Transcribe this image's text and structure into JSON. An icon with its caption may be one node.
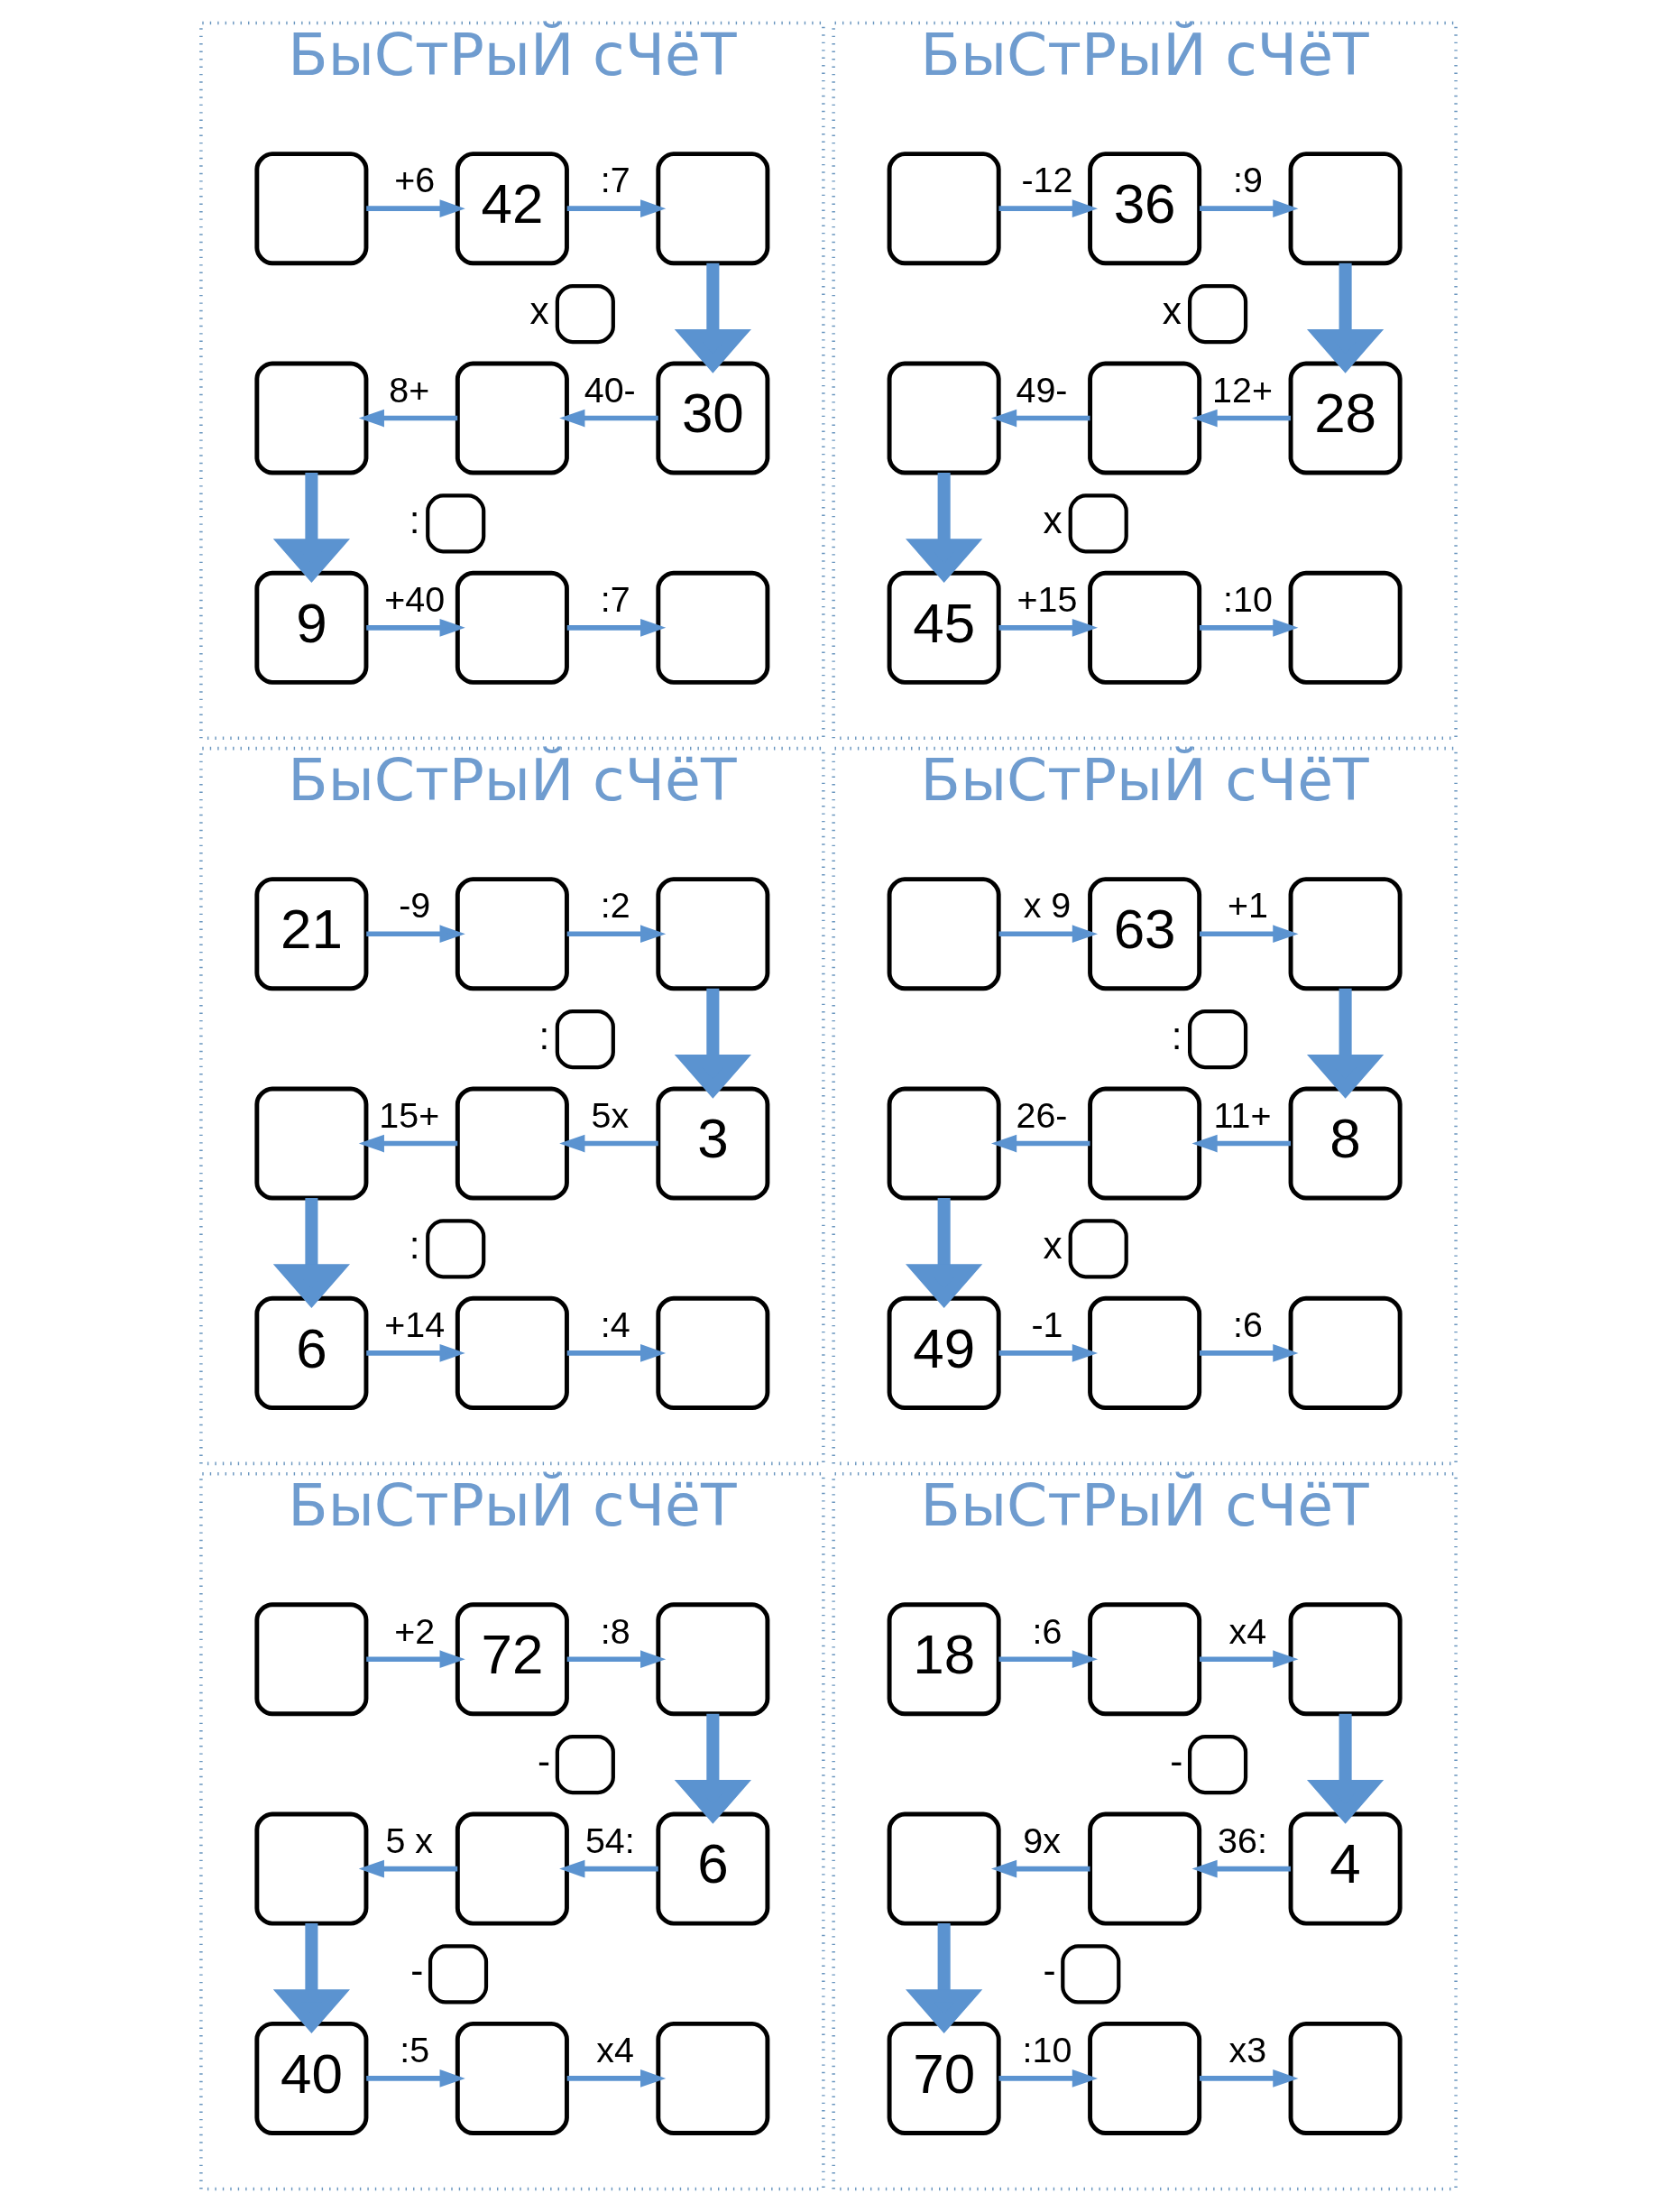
{
  "diagram": {
    "nodes": [
      {
        "text": [
          "БыСтРыЙ сЧёТ"
        ]
      },
      {
        "text": [],
        "shape": "box",
        "in": 0
      },
      {
        "text": [
          "42"
        ],
        "in": 0
      },
      {
        "text": [],
        "shape": "box",
        "in": 0
      },
      {
        "text": [],
        "shape": "box",
        "beside": [
          "x"
        ],
        "in": 0
      },
      {
        "text": [],
        "shape": "box",
        "in": 0
      },
      {
        "text": [],
        "shape": "box",
        "in": 0
      },
      {
        "text": [
          "30"
        ],
        "in": 0
      },
      {
        "text": [],
        "shape": "box",
        "beside": [
          ":"
        ],
        "in": 0
      },
      {
        "text": [
          "9"
        ],
        "in": 0
      },
      {
        "text": [],
        "shape": "box",
        "in": 0
      },
      {
        "text": [],
        "shape": "box",
        "in": 0
      },
      {
        "text": [
          "БыСтРыЙ сЧёТ"
        ]
      },
      {
        "text": [],
        "shape": "box",
        "in": 12
      },
      {
        "text": [
          "36"
        ],
        "in": 12
      },
      {
        "text": [],
        "shape": "box",
        "in": 12
      },
      {
        "text": [],
        "shape": "box",
        "beside": [
          "x"
        ],
        "in": 12
      },
      {
        "text": [],
        "shape": "box",
        "in": 12
      },
      {
        "text": [],
        "shape": "box",
        "in": 12
      },
      {
        "text": [
          "28"
        ],
        "in": 12
      },
      {
        "text": [],
        "shape": "box",
        "beside": [
          "x"
        ],
        "in": 12
      },
      {
        "text": [
          "45"
        ],
        "in": 12
      },
      {
        "text": [],
        "shape": "box",
        "in": 12
      },
      {
        "text": [],
        "shape": "box",
        "in": 12
      },
      {
        "text": [
          "БыСтРыЙ сЧёТ"
        ]
      },
      {
        "text": [
          "21"
        ],
        "in": 24
      },
      {
        "text": [],
        "shape": "box",
        "in": 24
      },
      {
        "text": [],
        "shape": "box",
        "in": 24
      },
      {
        "text": [],
        "shape": "box",
        "beside": [
          ":"
        ],
        "in": 24
      },
      {
        "text": [],
        "shape": "box",
        "in": 24
      },
      {
        "text": [],
        "shape": "box",
        "in": 24
      },
      {
        "text": [
          "3"
        ],
        "in": 24
      },
      {
        "text": [],
        "shape": "box",
        "beside": [
          ":"
        ],
        "in": 24
      },
      {
        "text": [
          "6"
        ],
        "in": 24
      },
      {
        "text": [],
        "shape": "box",
        "in": 24
      },
      {
        "text": [],
        "shape": "box",
        "in": 24
      },
      {
        "text": [
          "БыСтРыЙ сЧёТ"
        ]
      },
      {
        "text": [],
        "shape": "box",
        "in": 36
      },
      {
        "text": [
          "63"
        ],
        "in": 36
      },
      {
        "text": [],
        "shape": "box",
        "in": 36
      },
      {
        "text": [],
        "shape": "box",
        "beside": [
          ":"
        ],
        "in": 36
      },
      {
        "text": [],
        "shape": "box",
        "in": 36
      },
      {
        "text": [],
        "shape": "box",
        "in": 36
      },
      {
        "text": [
          "8"
        ],
        "in": 36
      },
      {
        "text": [],
        "shape": "box",
        "beside": [
          "x"
        ],
        "in": 36
      },
      {
        "text": [
          "49"
        ],
        "in": 36
      },
      {
        "text": [],
        "shape": "box",
        "in": 36
      },
      {
        "text": [],
        "shape": "box",
        "in": 36
      },
      {
        "text": [
          "БыСтРыЙ сЧёТ"
        ]
      },
      {
        "text": [],
        "shape": "box",
        "in": 48
      },
      {
        "text": [
          "72"
        ],
        "in": 48
      },
      {
        "text": [],
        "shape": "box",
        "in": 48
      },
      {
        "text": [],
        "shape": "box",
        "beside": [
          "-"
        ],
        "in": 48
      },
      {
        "text": [],
        "shape": "box",
        "in": 48
      },
      {
        "text": [],
        "shape": "box",
        "in": 48
      },
      {
        "text": [
          "6"
        ],
        "in": 48
      },
      {
        "text": [],
        "shape": "box",
        "beside": [
          "-"
        ],
        "in": 48
      },
      {
        "text": [
          "40"
        ],
        "in": 48
      },
      {
        "text": [],
        "shape": "box",
        "in": 48
      },
      {
        "text": [],
        "shape": "box",
        "in": 48
      },
      {
        "text": [
          "БыСтРыЙ сЧёТ"
        ]
      },
      {
        "text": [
          "18"
        ],
        "in": 60
      },
      {
        "text": [],
        "shape": "box",
        "in": 60
      },
      {
        "text": [],
        "shape": "box",
        "in": 60
      },
      {
        "text": [],
        "shape": "box",
        "beside": [
          "-"
        ],
        "in": 60
      },
      {
        "text": [],
        "shape": "box",
        "in": 60
      },
      {
        "text": [],
        "shape": "box",
        "in": 60
      },
      {
        "text": [
          "4"
        ],
        "in": 60
      },
      {
        "text": [],
        "shape": "box",
        "beside": [
          "-"
        ],
        "in": 60
      },
      {
        "text": [
          "70"
        ],
        "in": 60
      },
      {
        "text": [],
        "shape": "box",
        "in": 60
      },
      {
        "text": [],
        "shape": "box",
        "in": 60
      }
    ],
    "edges": [
      {
        "from": 1,
        "to": 2,
        "arrow": "to",
        "label": "+6"
      },
      {
        "from": 2,
        "to": 3,
        "arrow": "to",
        "label": ":7"
      },
      {
        "from": 3,
        "to": 7,
        "arrow": "to",
        "style": "thick"
      },
      {
        "from": 7,
        "to": 6,
        "arrow": "to",
        "label": "40-"
      },
      {
        "from": 6,
        "to": 5,
        "arrow": "to",
        "label": "8+"
      },
      {
        "from": 5,
        "to": 9,
        "arrow": "to",
        "style": "thick"
      },
      {
        "from": 9,
        "to": 10,
        "arrow": "to",
        "label": "+40"
      },
      {
        "from": 10,
        "to": 11,
        "arrow": "to",
        "label": ":7"
      },
      {
        "from": 13,
        "to": 14,
        "arrow": "to",
        "label": "-12"
      },
      {
        "from": 14,
        "to": 15,
        "arrow": "to",
        "label": ":9"
      },
      {
        "from": 15,
        "to": 19,
        "arrow": "to",
        "style": "thick"
      },
      {
        "from": 19,
        "to": 18,
        "arrow": "to",
        "label": "12+"
      },
      {
        "from": 18,
        "to": 17,
        "arrow": "to",
        "label": "49-"
      },
      {
        "from": 17,
        "to": 21,
        "arrow": "to",
        "style": "thick"
      },
      {
        "from": 21,
        "to": 22,
        "arrow": "to",
        "label": "+15"
      },
      {
        "from": 22,
        "to": 23,
        "arrow": "to",
        "label": ":10"
      },
      {
        "from": 25,
        "to": 26,
        "arrow": "to",
        "label": "-9"
      },
      {
        "from": 26,
        "to": 27,
        "arrow": "to",
        "label": ":2"
      },
      {
        "from": 27,
        "to": 31,
        "arrow": "to",
        "style": "thick"
      },
      {
        "from": 31,
        "to": 30,
        "arrow": "to",
        "label": "5x"
      },
      {
        "from": 30,
        "to": 29,
        "arrow": "to",
        "label": "15+"
      },
      {
        "from": 29,
        "to": 33,
        "arrow": "to",
        "style": "thick"
      },
      {
        "from": 33,
        "to": 34,
        "arrow": "to",
        "label": "+14"
      },
      {
        "from": 34,
        "to": 35,
        "arrow": "to",
        "label": ":4"
      },
      {
        "from": 37,
        "to": 38,
        "arrow": "to",
        "label": "x 9"
      },
      {
        "from": 38,
        "to": 39,
        "arrow": "to",
        "label": "+1"
      },
      {
        "from": 39,
        "to": 43,
        "arrow": "to",
        "style": "thick"
      },
      {
        "from": 43,
        "to": 42,
        "arrow": "to",
        "label": "11+"
      },
      {
        "from": 42,
        "to": 41,
        "arrow": "to",
        "label": "26-"
      },
      {
        "from": 41,
        "to": 45,
        "arrow": "to",
        "style": "thick"
      },
      {
        "from": 45,
        "to": 46,
        "arrow": "to",
        "label": "-1"
      },
      {
        "from": 46,
        "to": 47,
        "arrow": "to",
        "label": ":6"
      },
      {
        "from": 49,
        "to": 50,
        "arrow": "to",
        "label": "+2"
      },
      {
        "from": 50,
        "to": 51,
        "arrow": "to",
        "label": ":8"
      },
      {
        "from": 51,
        "to": 55,
        "arrow": "to",
        "style": "thick"
      },
      {
        "from": 55,
        "to": 54,
        "arrow": "to",
        "label": "54:"
      },
      {
        "from": 54,
        "to": 53,
        "arrow": "to",
        "label": "5 x"
      },
      {
        "from": 53,
        "to": 57,
        "arrow": "to",
        "style": "thick"
      },
      {
        "from": 57,
        "to": 58,
        "arrow": "to",
        "label": ":5"
      },
      {
        "from": 58,
        "to": 59,
        "arrow": "to",
        "label": "x4"
      },
      {
        "from": 61,
        "to": 62,
        "arrow": "to",
        "label": ":6"
      },
      {
        "from": 62,
        "to": 63,
        "arrow": "to",
        "label": "x4"
      },
      {
        "from": 63,
        "to": 67,
        "arrow": "to",
        "style": "thick"
      },
      {
        "from": 67,
        "to": 66,
        "arrow": "to",
        "label": "36:"
      },
      {
        "from": 66,
        "to": 65,
        "arrow": "to",
        "label": "9x"
      },
      {
        "from": 65,
        "to": 69,
        "arrow": "to",
        "style": "thick"
      },
      {
        "from": 69,
        "to": 70,
        "arrow": "to",
        "label": ":10"
      },
      {
        "from": 70,
        "to": 71,
        "arrow": "to",
        "label": "x3"
      }
    ]
  }
}
